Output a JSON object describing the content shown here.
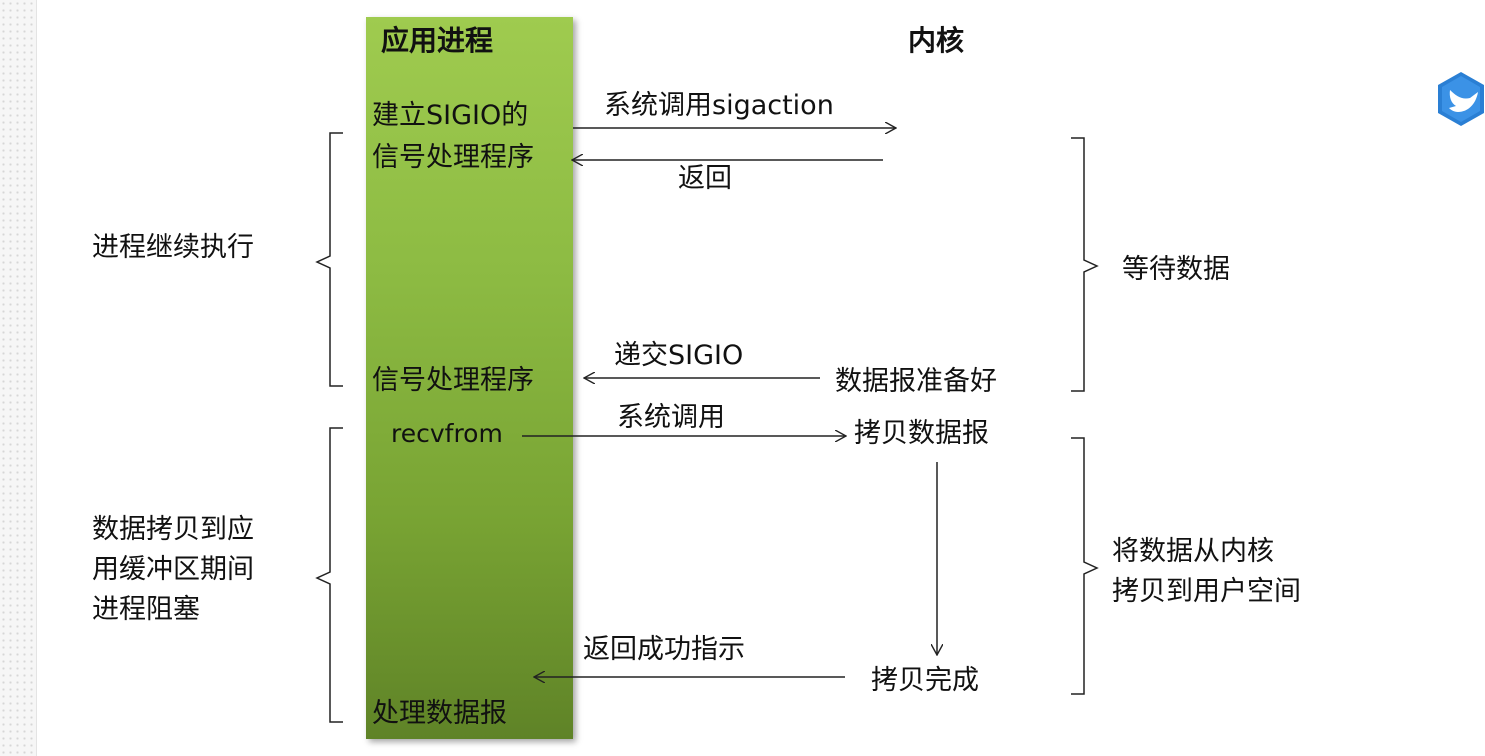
{
  "header": {
    "process_title": "应用进程",
    "kernel_title": "内核"
  },
  "process_column": {
    "setup_line1": "建立SIGIO的",
    "setup_line2": "信号处理程序",
    "handler": "信号处理程序",
    "recvfrom": "recvfrom",
    "process_datagram": "处理数据报"
  },
  "arrows": {
    "syscall_sigaction": "系统调用sigaction",
    "return": "返回",
    "deliver_sigio": "递交SIGIO",
    "syscall": "系统调用",
    "return_success": "返回成功指示"
  },
  "kernel_column": {
    "datagram_ready": "数据报准备好",
    "copy_datagram": "拷贝数据报",
    "copy_done": "拷贝完成"
  },
  "left_labels": {
    "continue_exec": "进程继续执行",
    "blocked": "数据拷贝到应用缓冲区期间进程阻塞",
    "blocked_lines": [
      "数据拷贝到应",
      "用缓冲区期间",
      "进程阻塞"
    ]
  },
  "right_labels": {
    "wait_data": "等待数据",
    "copy_lines": [
      "将数据从内核",
      "拷贝到用户空间"
    ]
  },
  "icons": {
    "corner_icon": "dove-logo-icon"
  },
  "colors": {
    "process_bar": "#8dbb43",
    "line": "#222222",
    "logo": "#2a7fd4"
  }
}
